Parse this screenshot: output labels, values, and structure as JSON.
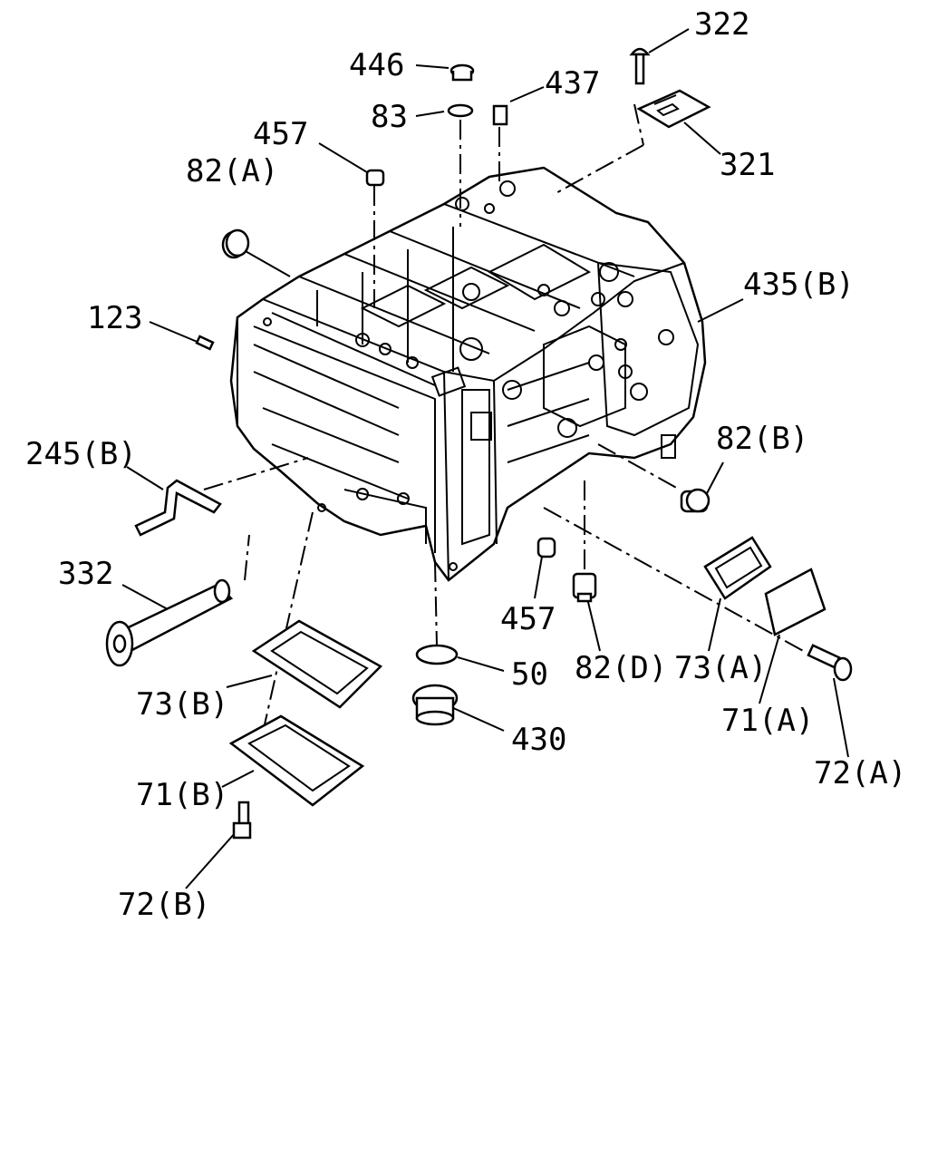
{
  "callouts": {
    "c322": "322",
    "c446": "446",
    "c437": "437",
    "c83": "83",
    "c457_top": "457",
    "c321": "321",
    "c82a": "82(A)",
    "c435b": "435(B)",
    "c123": "123",
    "c82b": "82(B)",
    "c245b": "245(B)",
    "c332": "332",
    "c457_bottom": "457",
    "c82d": "82(D)",
    "c73a": "73(A)",
    "c50": "50",
    "c73b": "73(B)",
    "c430": "430",
    "c71a": "71(A)",
    "c72a": "72(A)",
    "c71b": "71(B)",
    "c72b": "72(B)"
  }
}
